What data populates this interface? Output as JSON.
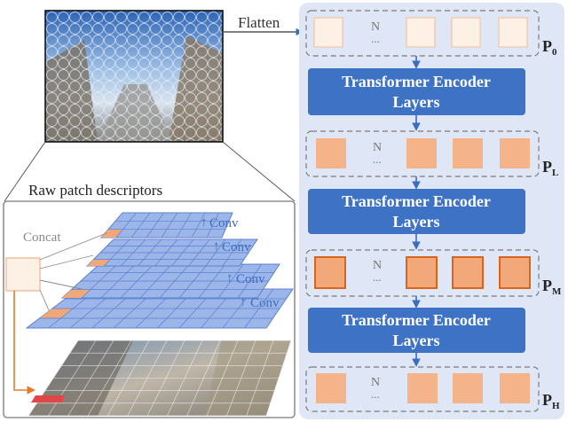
{
  "flatten_label": "Flatten",
  "raw_patch_label": "Raw patch descriptors",
  "concat_label": "Concat",
  "conv_label": "Conv",
  "n_label": "N",
  "dots_label": "...",
  "encoder_line1": "Transformer Encoder",
  "encoder_line2": "Layers",
  "stages": [
    {
      "main": "P",
      "sub": "0"
    },
    {
      "main": "P",
      "sub": "L"
    },
    {
      "main": "P",
      "sub": "M"
    },
    {
      "main": "P",
      "sub": "H"
    }
  ],
  "colors": {
    "panel_bg": "#dfe7f6",
    "encoder_fill": "#3d72c4",
    "arrow": "#3a6cc0",
    "token_p0": "#fdf0e4",
    "token_pl": "#f5b38a",
    "token_pm_fill": "#f2a878",
    "token_pm_border": "#d9641c",
    "token_ph": "#f5b38a",
    "grid_fill": "#9db6ea",
    "grid_line": "#5a80d0",
    "cell_highlight": "#f0a77a",
    "red_cell": "#e04646",
    "connector": "#e07b2a"
  }
}
